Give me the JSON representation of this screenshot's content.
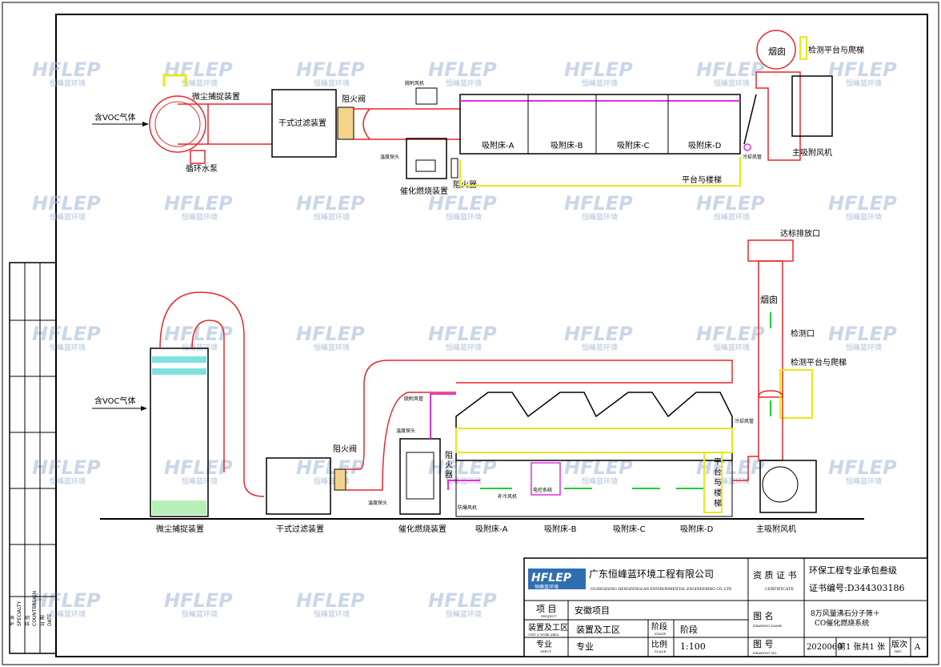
{
  "top_view": {
    "inlet": "含VOC气体",
    "dust_collector": "微尘捕捉装置",
    "pump": "循环水泵",
    "dry_filter": "干式过滤装置",
    "fire_damper": "阻火阀",
    "desorb_fan": "脱附风机",
    "temp_probe": "温度探头",
    "cat_unit": "催化燃烧装置",
    "arrester": "阻火器",
    "beds": [
      "吸附床-A",
      "吸附床-B",
      "吸附床-C",
      "吸附床-D"
    ],
    "platform_stairs": "平台与楼梯",
    "chimney": "烟囱",
    "check_platform": "检测平台与爬梯",
    "main_fan": "主吸附风机",
    "small_blue": "冷却风管"
  },
  "side_view": {
    "inlet": "含VOC气体",
    "dust_collector": "微尘捕捉装置",
    "dry_filter": "干式过滤装置",
    "fire_damper": "阻火阀",
    "cat_unit": "催化燃烧装置",
    "temp_probe": "温度探头",
    "arrester_lines": [
      "阻",
      "火",
      "器"
    ],
    "beds": [
      "吸附床-A",
      "吸附床-B",
      "吸附床-C",
      "吸附床-D"
    ],
    "platform_lines": [
      "平",
      "台",
      "与",
      "楼",
      "梯"
    ],
    "stack": "达标排放口",
    "chimney": "烟囱",
    "check_port": "检测口",
    "check_platform": "检测平台与爬梯",
    "main_fan": "主吸附风机",
    "electric": "电控系统",
    "small_labels": [
      "温度探头",
      "防爆风机",
      "补冷风机",
      "脱附风管",
      "冷却风管"
    ]
  },
  "watermark": {
    "brand": "HFLEP",
    "sub": "恒峰蓝环境"
  },
  "side_table": {
    "rows": [
      "专 业",
      "SPECIALTY",
      "会 签",
      "COUNTERSIGN",
      "日 期",
      "DATE"
    ]
  },
  "title_block": {
    "logo": "HFLEP",
    "logo_sub": "恒峰蓝环境",
    "company_cn": "广东恒峰蓝环境工程有限公司",
    "company_en": "GUANGDONG HENGFENGLAN ENVIRONMENTAL ENGINEERING CO.,LTD",
    "cert_label": "资 质 证 书",
    "cert_label_en": "CERTIFICATE",
    "cert_line1": "环保工程专业承包叁级",
    "cert_line2": "证书编号:D344303186",
    "project_label": "项 目",
    "project_label_en": "PROJECT",
    "project_value": "安徽项目",
    "drawing_name_label": "图 名",
    "drawing_name_label_en": "DRAWING NAME",
    "drawing_name_line1": "8万风量沸石分子筛＋",
    "drawing_name_line2": "CO催化燃烧系统",
    "unit_label": "装置及工区",
    "unit_label_en": "UNIT & WORK AREA",
    "unit_value": "装置及工区",
    "stage_label": "阶段",
    "stage_label_en": "STAGE",
    "stage_value": "阶段",
    "spec_label": "专业",
    "spec_label_en": "SPECT",
    "spec_value": "专业",
    "scale_label": "比例",
    "scale_label_en": "SCALE",
    "scale_value": "1:100",
    "drawing_no_label": "图 号",
    "drawing_no_label_en": "DRAWING NO.",
    "drawing_no_value": "2020060",
    "sheet_text": "第1 张共1 张",
    "rev_label": "版次",
    "rev_label_en": "REV",
    "rev_value": "A"
  },
  "colors": {
    "duct": "#e8262a",
    "desorb": "#e030e0",
    "platform": "#e8e81a",
    "flow": "#22cc33",
    "frame": "#000000"
  }
}
